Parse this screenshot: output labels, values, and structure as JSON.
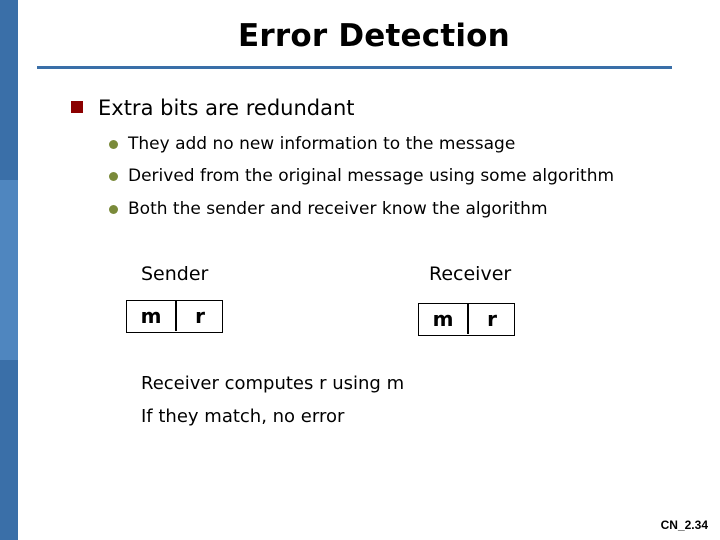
{
  "slide": {
    "title": "Error Detection",
    "main_bullet": "Extra bits are redundant",
    "sub_bullets": [
      "They add no new information to the message",
      "Derived from the original message using some algorithm",
      "Both the sender and receiver know the algorithm"
    ],
    "sender": {
      "label": "Sender",
      "cells": [
        "m",
        "r"
      ]
    },
    "receiver": {
      "label": "Receiver",
      "cells": [
        "m",
        "r"
      ]
    },
    "notes": [
      "Receiver computes r using m",
      "If they match, no error"
    ],
    "footer": "CN_2.34"
  },
  "colors": {
    "accent": "#3a6fa8",
    "bullet_square": "#8b0000",
    "bullet_dot": "#7a8a3a"
  }
}
